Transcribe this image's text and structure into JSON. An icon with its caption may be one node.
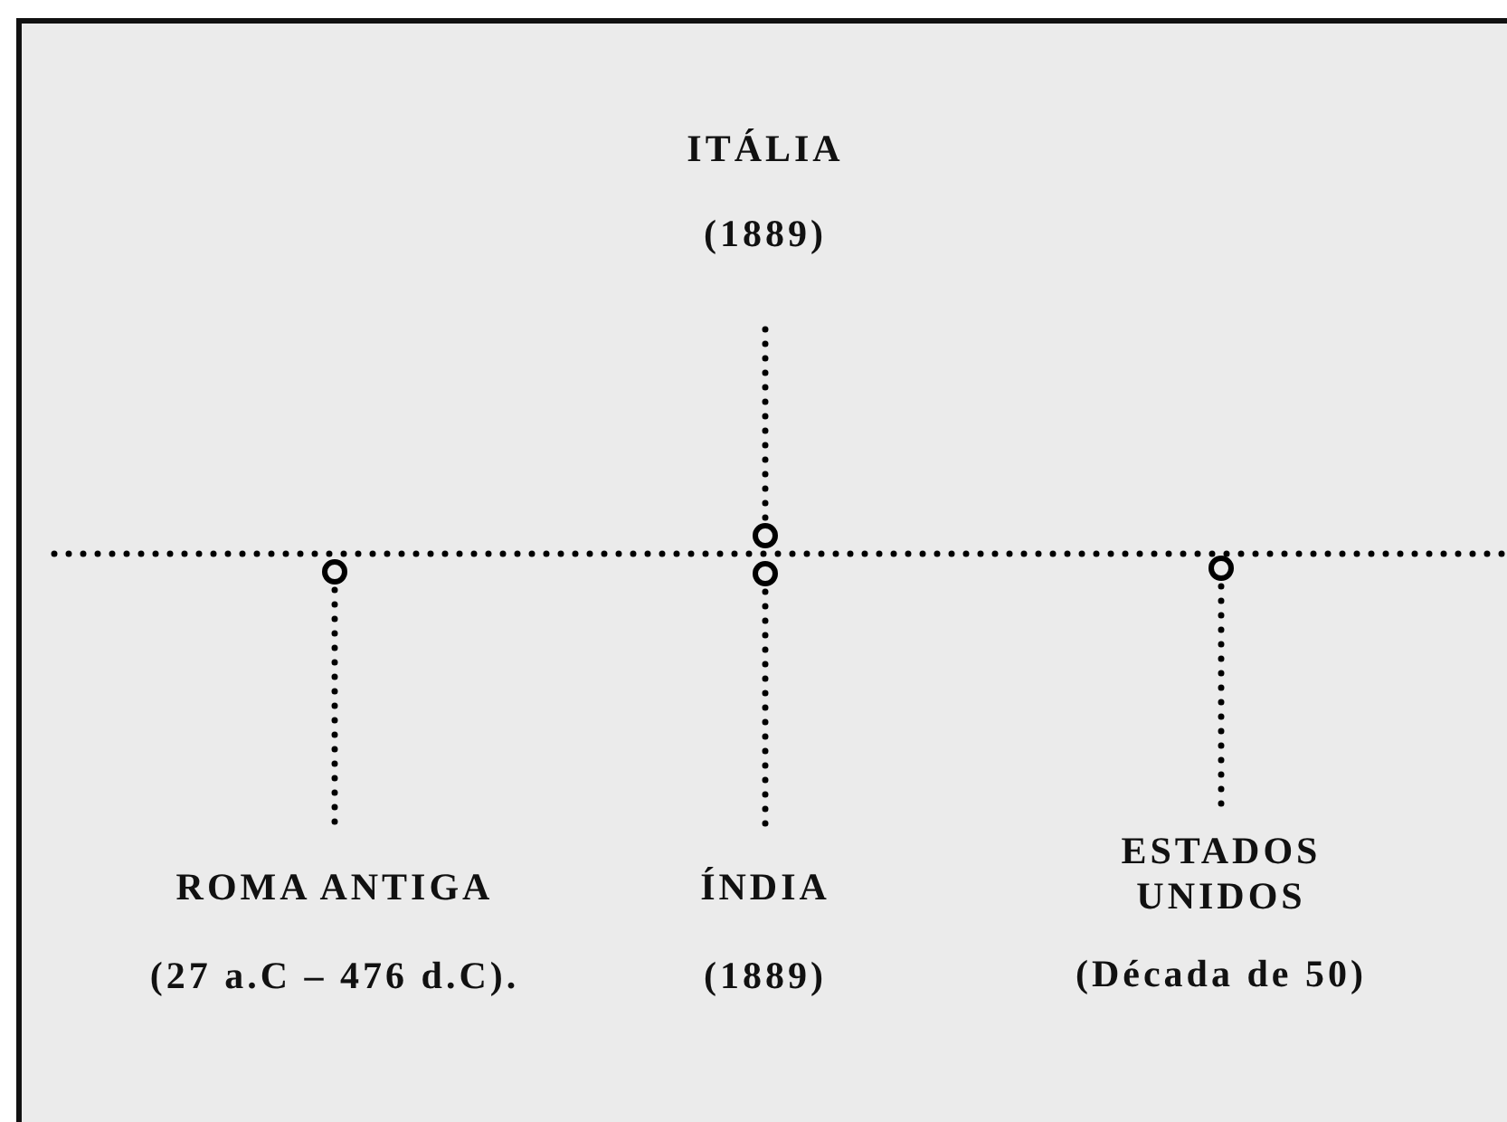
{
  "diagram": {
    "nodes": [
      {
        "text": [
          "ITÁLIA",
          "(1889)"
        ]
      },
      {
        "text": [],
        "shape": "circle"
      },
      {
        "text": [],
        "shape": "circle"
      },
      {
        "text": [],
        "shape": "circle"
      },
      {
        "text": [],
        "shape": "circle"
      },
      {
        "text": [
          "ROMA ANTIGA",
          "(27 a.C – 476 d.C)."
        ]
      },
      {
        "text": [
          "ÍNDIA",
          "(1889)"
        ]
      },
      {
        "text": [
          "ESTADOS UNIDOS",
          "(Década de 50)"
        ]
      }
    ],
    "edges": [
      {
        "from": 1,
        "to": 0,
        "arrow": "none"
      },
      {
        "from": 2,
        "to": 5,
        "arrow": "none"
      },
      {
        "from": 3,
        "to": 6,
        "arrow": "none"
      },
      {
        "from": 4,
        "to": 7,
        "arrow": "none"
      }
    ]
  }
}
